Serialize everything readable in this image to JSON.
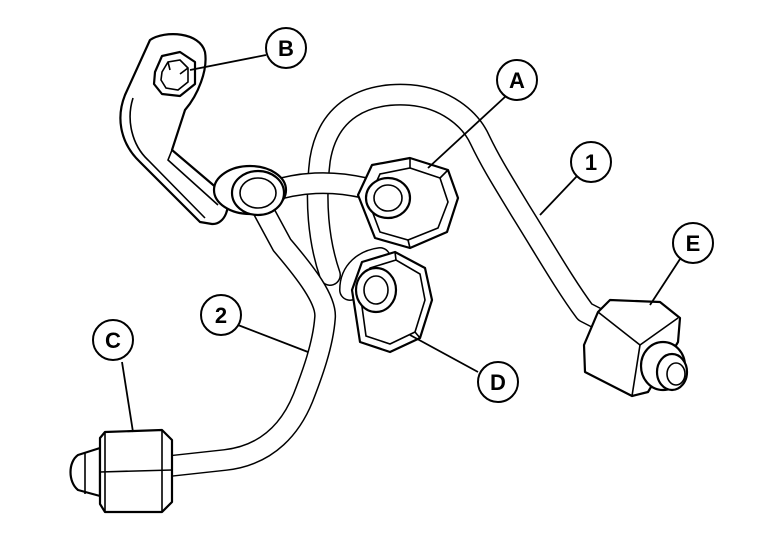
{
  "callouts": {
    "A": "A",
    "B": "B",
    "C": "C",
    "D": "D",
    "E": "E",
    "pipe1": "1",
    "pipe2": "2"
  },
  "parts": {
    "bracket_bolt_icon": "hex-bolt-icon",
    "nut_icon": "hex-nut-icon",
    "fitting_icon": "pipe-fitting-icon"
  },
  "colors": {
    "line": "#000000",
    "background": "#ffffff"
  }
}
